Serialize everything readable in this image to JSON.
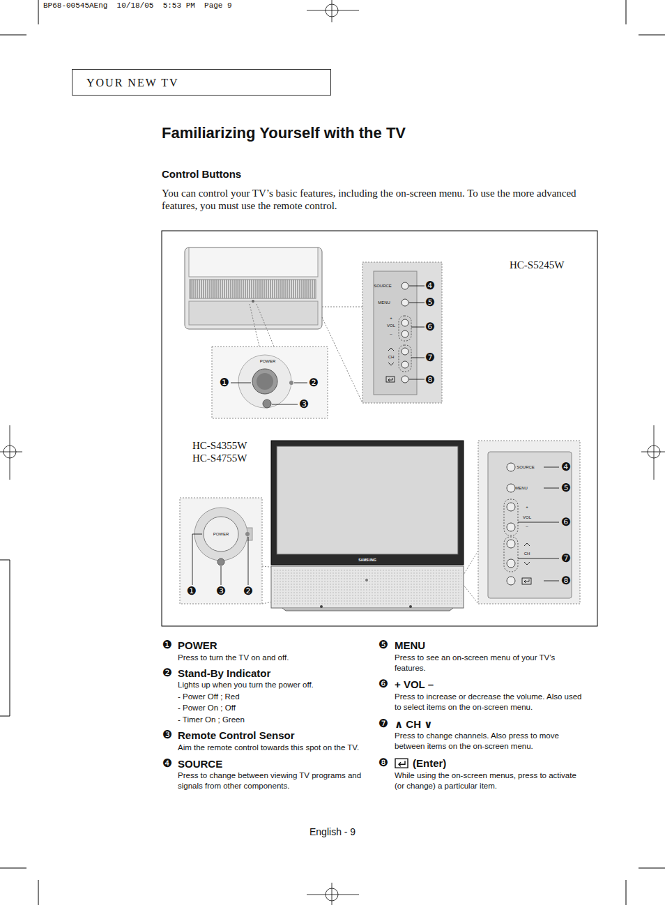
{
  "diagram": {
    "title": "Familiarizing Yourself with the TV",
    "nodes": [
      {
        "text": [
          "YOUR NEW TV"
        ]
      },
      {
        "text": [
          "POWER"
        ]
      },
      {
        "text": [
          "SOURCE",
          "MENU",
          "+",
          "VOL",
          "–",
          "CH"
        ]
      },
      {
        "text": [
          "POWER"
        ]
      },
      {
        "text": [
          "SOURCE",
          "MENU",
          "+",
          "VOL",
          "–",
          "CH"
        ]
      }
    ],
    "labels": [
      "BP68-00545AEng  10/18/05  5:53 PM  Page 9",
      "Control Buttons",
      "You can control your TV’s basic features, including the on-screen menu. To use the more advanced features, you must use the remote control.",
      "HC-S5245W",
      "HC-S4355W",
      "HC-S4755W",
      "❶",
      "❷",
      "❸",
      "❹",
      "❺",
      "❻",
      "❼",
      "❽",
      "❶",
      "❸",
      "❷",
      "❹",
      "❺",
      "❻",
      "❼",
      "❽",
      "SAMSUNG",
      "❶",
      "POWER",
      "Press to turn the TV on and off.",
      "❷",
      "Stand-By Indicator",
      "Lights up when you turn the power off.",
      "- Power Off ; Red",
      "- Power On ; Off",
      "- Timer On ; Green",
      "❸",
      "Remote Control Sensor",
      "Aim the remote control towards this spot on the TV.",
      "❹",
      "SOURCE",
      "Press to change between viewing TV programs and signals from other components.",
      "❺",
      "MENU",
      "Press to see an on-screen menu of your TV’s features.",
      "❻",
      "+ VOL –",
      "Press to increase or decrease the volume. Also used to select items on the on-screen menu.",
      "❼",
      "∧ CH ∨",
      "Press to change channels. Also press to move between items on the on-screen menu.",
      "❽",
      "(Enter)",
      "While using the on-screen menus, press to activate (or change) a particular item.",
      "English - 9"
    ]
  }
}
